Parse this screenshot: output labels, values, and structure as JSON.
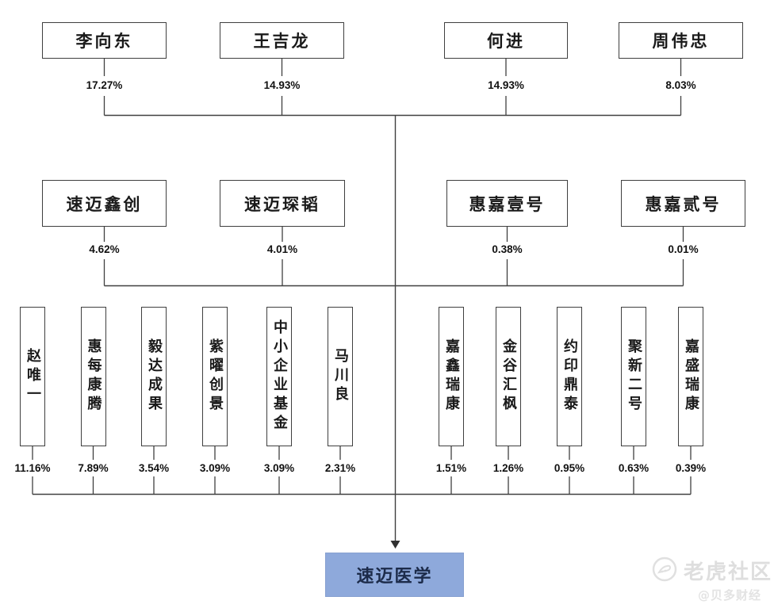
{
  "diagram": {
    "row1": [
      {
        "label": "李向东",
        "pct": "17.27%"
      },
      {
        "label": "王吉龙",
        "pct": "14.93%"
      },
      {
        "label": "何进",
        "pct": "14.93%"
      },
      {
        "label": "周伟忠",
        "pct": "8.03%"
      }
    ],
    "row2": [
      {
        "label": "速迈鑫创",
        "pct": "4.62%"
      },
      {
        "label": "速迈琛韬",
        "pct": "4.01%"
      },
      {
        "label": "惠嘉壹号",
        "pct": "0.38%"
      },
      {
        "label": "惠嘉贰号",
        "pct": "0.01%"
      }
    ],
    "row3": [
      {
        "label": "赵唯一",
        "pct": "11.16%"
      },
      {
        "label": "惠每康腾",
        "pct": "7.89%"
      },
      {
        "label": "毅达成果",
        "pct": "3.54%"
      },
      {
        "label": "紫曜创景",
        "pct": "3.09%"
      },
      {
        "label": "中小企业基金",
        "pct": "3.09%"
      },
      {
        "label": "马川良",
        "pct": "2.31%"
      },
      {
        "label": "嘉鑫瑞康",
        "pct": "1.51%"
      },
      {
        "label": "金谷汇枫",
        "pct": "1.26%"
      },
      {
        "label": "约印鼎泰",
        "pct": "0.95%"
      },
      {
        "label": "聚新二号",
        "pct": "0.63%"
      },
      {
        "label": "嘉盛瑞康",
        "pct": "0.39%"
      }
    ],
    "target": {
      "label": "速迈医学"
    },
    "colors": {
      "target_bg": "#8ea9db",
      "line": "#404040"
    }
  },
  "watermark": {
    "community": "老虎社区",
    "author": "@贝多财经"
  }
}
